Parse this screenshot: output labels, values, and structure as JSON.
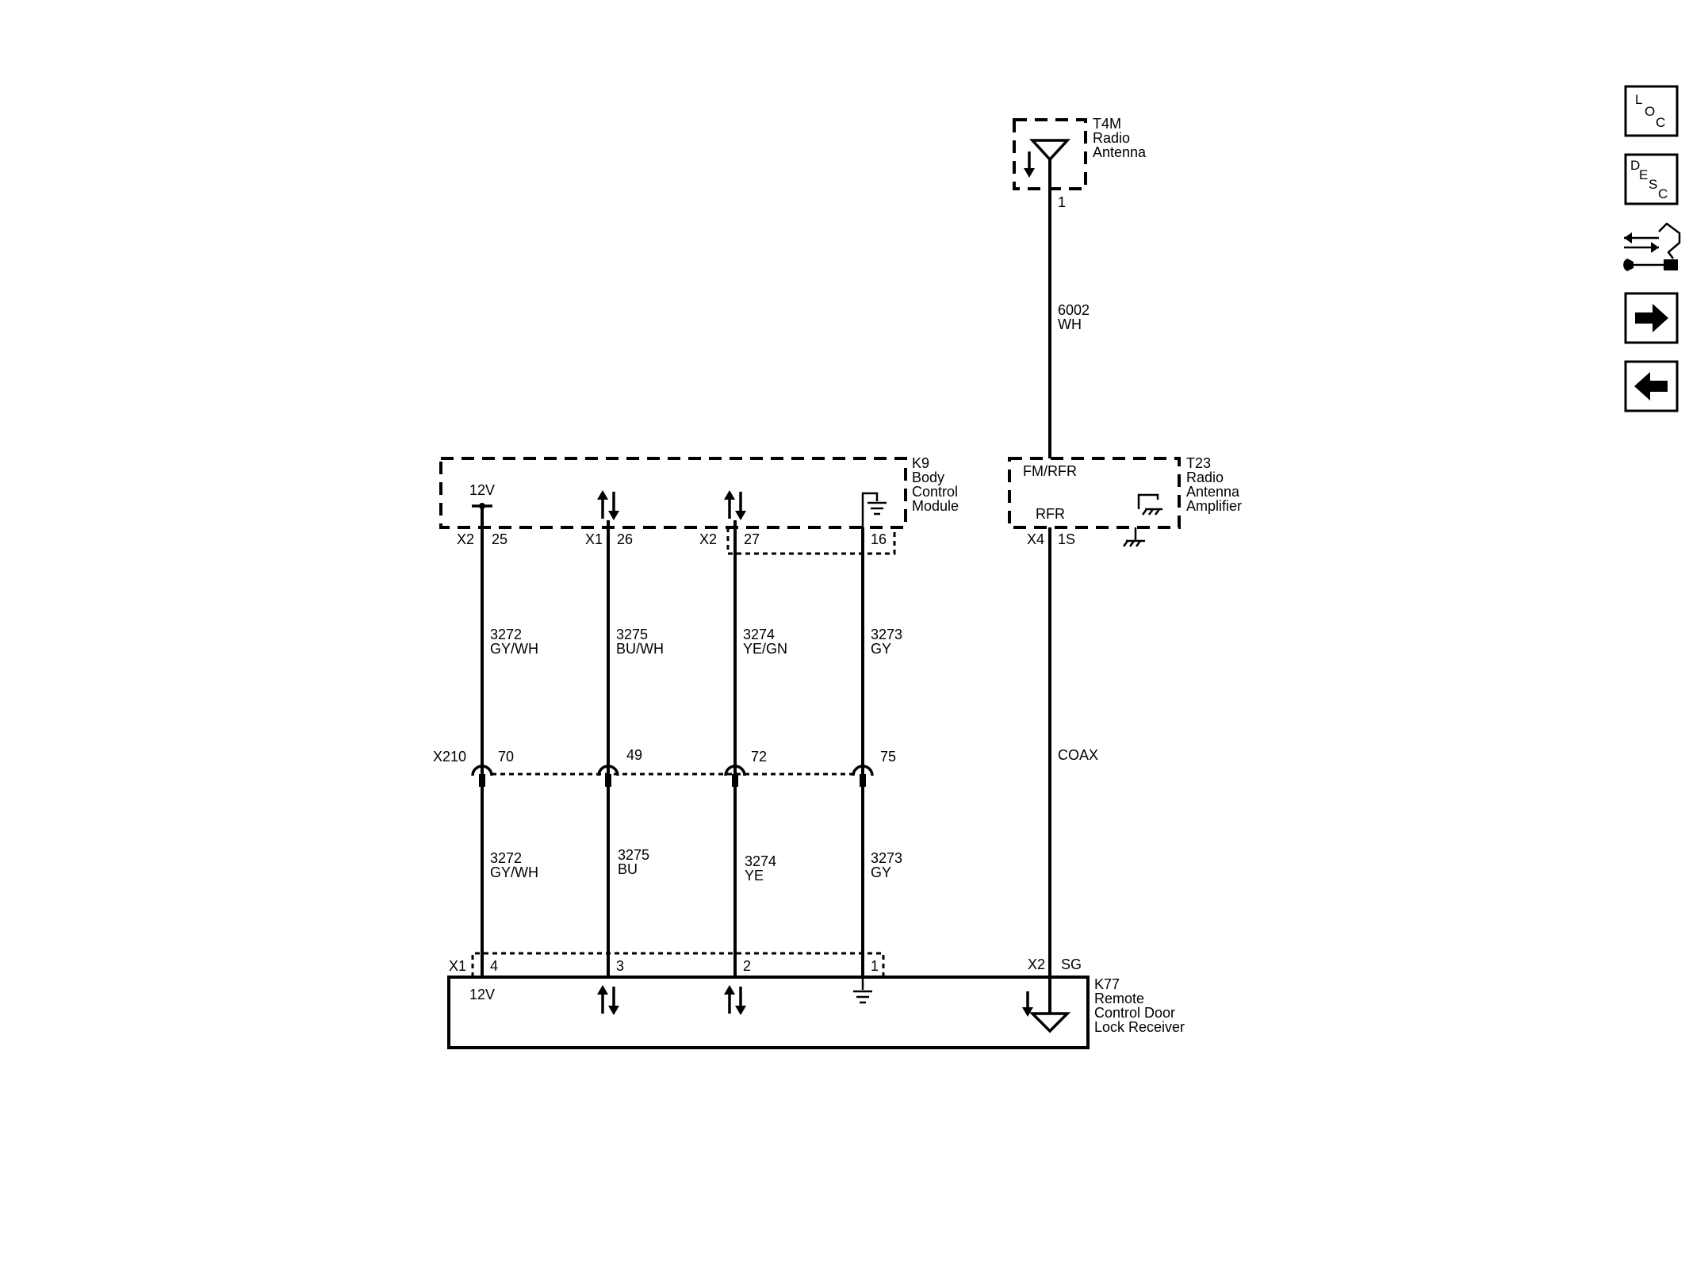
{
  "components": {
    "t4m": {
      "id": "T4M",
      "line1": "Radio",
      "line2": "Antenna",
      "pin": "1"
    },
    "k9": {
      "id": "K9",
      "line1": "Body",
      "line2": "Control",
      "line3": "Module",
      "voltage": "12V"
    },
    "t23": {
      "id": "T23",
      "line1": "Radio",
      "line2": "Antenna",
      "line3": "Amplifier",
      "signal_top": "FM/RFR",
      "signal_bottom": "RFR"
    },
    "k77": {
      "id": "K77",
      "line1": "Remote",
      "line2": "Control Door",
      "line3": "Lock Receiver",
      "voltage": "12V"
    }
  },
  "connectors": {
    "k9_pins": [
      {
        "conn": "X2",
        "pin": "25"
      },
      {
        "conn": "X1",
        "pin": "26"
      },
      {
        "conn": "X2",
        "pin": "27"
      },
      {
        "conn": "",
        "pin": "16"
      }
    ],
    "t23_pin": {
      "conn": "X4",
      "pin": "1S"
    },
    "inline": {
      "conn": "X210",
      "pins": [
        "70",
        "49",
        "72",
        "75"
      ]
    },
    "k77_pins": {
      "conn": "X1",
      "pins": [
        "4",
        "3",
        "2",
        "1"
      ]
    },
    "k77_coax": {
      "conn": "X2",
      "pin": "SG"
    }
  },
  "wires": {
    "upper": [
      {
        "circuit": "3272",
        "color": "GY/WH"
      },
      {
        "circuit": "3275",
        "color": "BU/WH"
      },
      {
        "circuit": "3274",
        "color": "YE/GN"
      },
      {
        "circuit": "3273",
        "color": "GY"
      }
    ],
    "lower": [
      {
        "circuit": "3272",
        "color": "GY/WH"
      },
      {
        "circuit": "3275",
        "color": "BU"
      },
      {
        "circuit": "3274",
        "color": "YE"
      },
      {
        "circuit": "3273",
        "color": "GY"
      }
    ],
    "antenna": {
      "circuit": "6002",
      "color": "WH"
    },
    "coax": "COAX"
  },
  "nav": {
    "loc": {
      "l1": "L",
      "l2": "O",
      "l3": "C"
    },
    "desc": {
      "l1": "D",
      "l2": "E",
      "l3": "S",
      "l4": "C"
    },
    "items": [
      "location-button",
      "description-button",
      "connector-end-view-button",
      "next-page-button",
      "previous-page-button"
    ]
  }
}
